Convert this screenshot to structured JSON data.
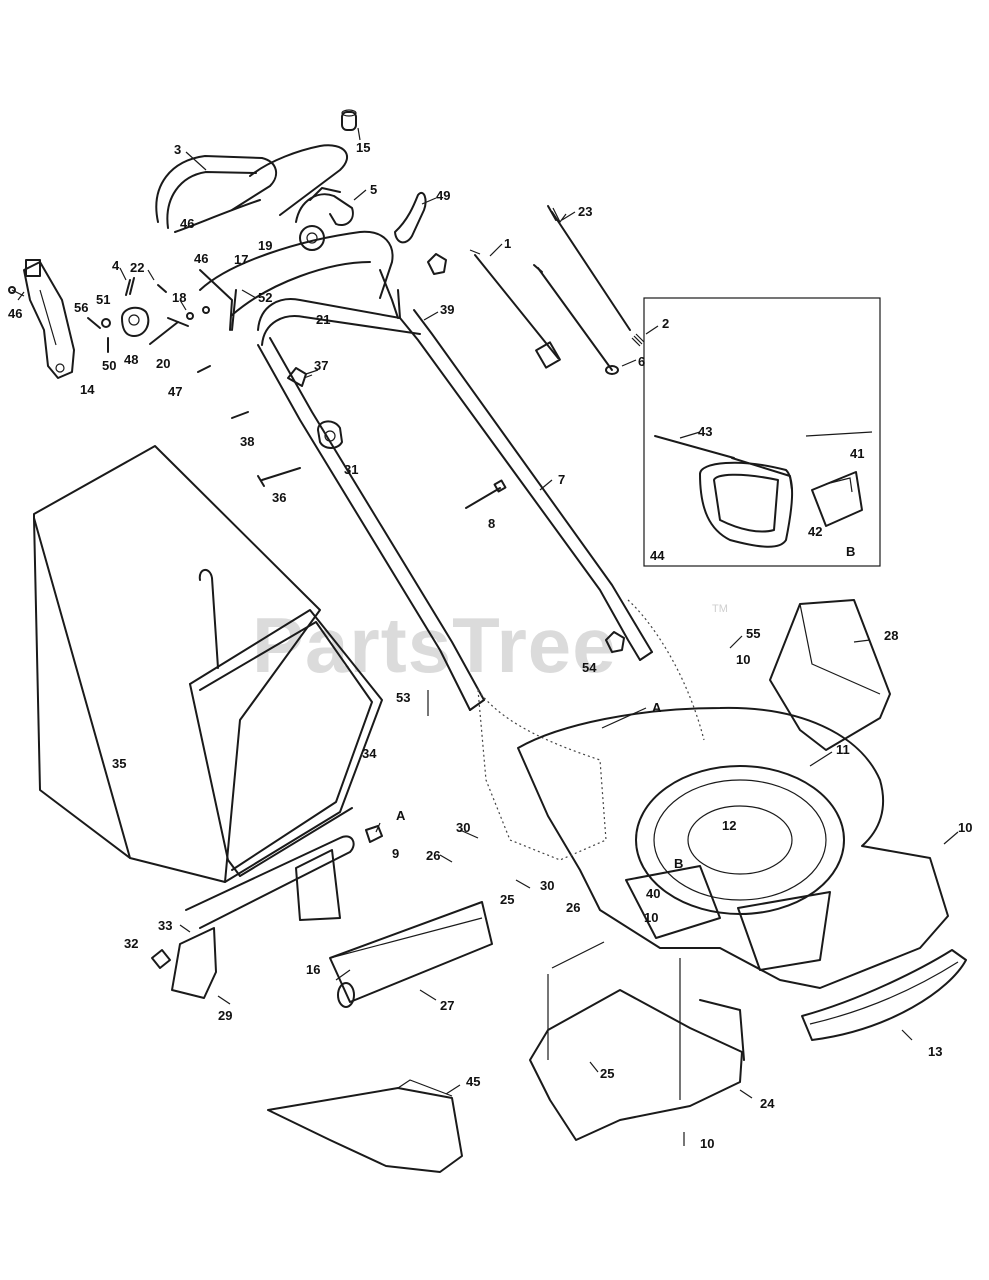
{
  "watermark": {
    "text": "PartsTree",
    "tm": "TM"
  },
  "inset": {
    "box_label": "44",
    "view_label": "B"
  },
  "labels": [
    {
      "id": "p15",
      "text": "15"
    },
    {
      "id": "p3",
      "text": "3"
    },
    {
      "id": "p5",
      "text": "5"
    },
    {
      "id": "p49",
      "text": "49"
    },
    {
      "id": "p23",
      "text": "23"
    },
    {
      "id": "p46a",
      "text": "46"
    },
    {
      "id": "p19",
      "text": "19"
    },
    {
      "id": "p46b",
      "text": "46"
    },
    {
      "id": "p17",
      "text": "17"
    },
    {
      "id": "p1",
      "text": "1"
    },
    {
      "id": "p4",
      "text": "4"
    },
    {
      "id": "p22",
      "text": "22"
    },
    {
      "id": "p46c",
      "text": "46"
    },
    {
      "id": "p56",
      "text": "56"
    },
    {
      "id": "p51",
      "text": "51"
    },
    {
      "id": "p18",
      "text": "18"
    },
    {
      "id": "p52",
      "text": "52"
    },
    {
      "id": "p21",
      "text": "21"
    },
    {
      "id": "p39",
      "text": "39"
    },
    {
      "id": "p2",
      "text": "2"
    },
    {
      "id": "p48",
      "text": "48"
    },
    {
      "id": "p50",
      "text": "50"
    },
    {
      "id": "p20",
      "text": "20"
    },
    {
      "id": "p14",
      "text": "14"
    },
    {
      "id": "p47",
      "text": "47"
    },
    {
      "id": "p37",
      "text": "37"
    },
    {
      "id": "p6",
      "text": "6"
    },
    {
      "id": "p43",
      "text": "43"
    },
    {
      "id": "p41",
      "text": "41"
    },
    {
      "id": "p38",
      "text": "38"
    },
    {
      "id": "p31",
      "text": "31"
    },
    {
      "id": "p7",
      "text": "7"
    },
    {
      "id": "p36",
      "text": "36"
    },
    {
      "id": "p8",
      "text": "8"
    },
    {
      "id": "p42",
      "text": "42"
    },
    {
      "id": "p28",
      "text": "28"
    },
    {
      "id": "p55",
      "text": "55"
    },
    {
      "id": "p54",
      "text": "54"
    },
    {
      "id": "p10a",
      "text": "10"
    },
    {
      "id": "p53",
      "text": "53"
    },
    {
      "id": "pA1",
      "text": "A"
    },
    {
      "id": "p11",
      "text": "11"
    },
    {
      "id": "p34",
      "text": "34"
    },
    {
      "id": "p35",
      "text": "35"
    },
    {
      "id": "pA2",
      "text": "A"
    },
    {
      "id": "p30a",
      "text": "30"
    },
    {
      "id": "p12",
      "text": "12"
    },
    {
      "id": "p10b",
      "text": "10"
    },
    {
      "id": "p9",
      "text": "9"
    },
    {
      "id": "p26a",
      "text": "26"
    },
    {
      "id": "pB",
      "text": "B"
    },
    {
      "id": "p30b",
      "text": "30"
    },
    {
      "id": "p40",
      "text": "40"
    },
    {
      "id": "p25a",
      "text": "25"
    },
    {
      "id": "p26b",
      "text": "26"
    },
    {
      "id": "p10c",
      "text": "10"
    },
    {
      "id": "p33",
      "text": "33"
    },
    {
      "id": "p32",
      "text": "32"
    },
    {
      "id": "p16",
      "text": "16"
    },
    {
      "id": "p27",
      "text": "27"
    },
    {
      "id": "p29",
      "text": "29"
    },
    {
      "id": "p25b",
      "text": "25"
    },
    {
      "id": "p13",
      "text": "13"
    },
    {
      "id": "p24",
      "text": "24"
    },
    {
      "id": "p45",
      "text": "45"
    },
    {
      "id": "p10d",
      "text": "10"
    }
  ]
}
